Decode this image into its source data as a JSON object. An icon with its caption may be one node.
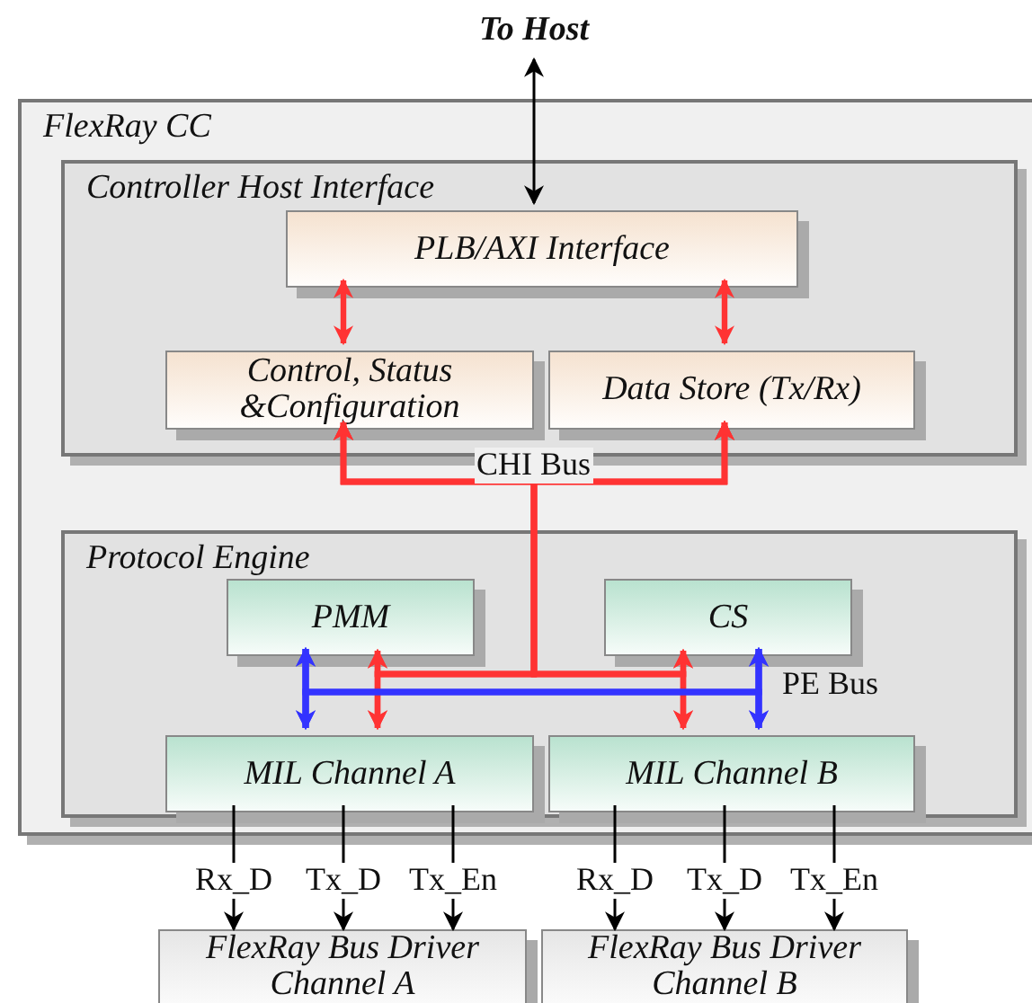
{
  "diagram": {
    "nodes": [
      {
        "text": [
          "To Host"
        ]
      },
      {
        "text": [
          "FlexRay CC"
        ]
      },
      {
        "text": [
          "Controller Host Interface"
        ],
        "in": 1
      },
      {
        "text": [
          "PLB/AXI Interface"
        ],
        "in": 2
      },
      {
        "text": [
          "Control, Status &Configuration"
        ],
        "in": 2
      },
      {
        "text": [
          "Data Store (Tx/Rx)"
        ],
        "in": 2
      },
      {
        "text": [
          "Protocol Engine"
        ],
        "in": 1
      },
      {
        "text": [
          "PMM"
        ],
        "in": 6
      },
      {
        "text": [
          "CS"
        ],
        "in": 6
      },
      {
        "text": [
          "MIL Channel A"
        ],
        "in": 6
      },
      {
        "text": [
          "MIL Channel B"
        ],
        "in": 6
      },
      {
        "text": [
          "FlexRay Bus Driver Channel A"
        ]
      },
      {
        "text": [
          "FlexRay Bus Driver Channel B"
        ]
      }
    ],
    "edges": [
      {
        "from": 3,
        "to": 0,
        "arrow": "both",
        "color": "#000000"
      },
      {
        "from": 3,
        "to": 4,
        "arrow": "both",
        "color": "#ff3333"
      },
      {
        "from": 3,
        "to": 5,
        "arrow": "both",
        "color": "#ff3333"
      },
      {
        "from": 4,
        "to": 7,
        "arrow": "both",
        "color": "#ff3333",
        "label": "CHI Bus"
      },
      {
        "from": 4,
        "to": 9,
        "arrow": "both",
        "color": "#ff3333"
      },
      {
        "from": 4,
        "to": 8,
        "arrow": "both",
        "color": "#ff3333"
      },
      {
        "from": 4,
        "to": 10,
        "arrow": "both",
        "color": "#ff3333"
      },
      {
        "from": 5,
        "to": 7,
        "arrow": "both",
        "color": "#ff3333"
      },
      {
        "from": 5,
        "to": 9,
        "arrow": "both",
        "color": "#ff3333"
      },
      {
        "from": 5,
        "to": 8,
        "arrow": "both",
        "color": "#ff3333"
      },
      {
        "from": 5,
        "to": 10,
        "arrow": "both",
        "color": "#ff3333"
      },
      {
        "from": 7,
        "to": 9,
        "arrow": "both",
        "color": "#3333ff"
      },
      {
        "from": 7,
        "to": 10,
        "arrow": "both",
        "color": "#3333ff"
      },
      {
        "from": 8,
        "to": 9,
        "arrow": "both",
        "color": "#3333ff"
      },
      {
        "from": 8,
        "to": 10,
        "arrow": "both",
        "color": "#3333ff",
        "label": "PE Bus"
      },
      {
        "from": 9,
        "to": 11,
        "arrow": "to",
        "color": "#000000",
        "label": "Rx_D"
      },
      {
        "from": 9,
        "to": 11,
        "arrow": "to",
        "color": "#000000",
        "label": "Tx_D"
      },
      {
        "from": 9,
        "to": 11,
        "arrow": "to",
        "color": "#000000",
        "label": "Tx_En"
      },
      {
        "from": 10,
        "to": 12,
        "arrow": "to",
        "color": "#000000",
        "label": "Rx_D"
      },
      {
        "from": 10,
        "to": 12,
        "arrow": "to",
        "color": "#000000",
        "label": "Tx_D"
      },
      {
        "from": 10,
        "to": 12,
        "arrow": "to",
        "color": "#000000",
        "label": "Tx_En"
      }
    ]
  }
}
